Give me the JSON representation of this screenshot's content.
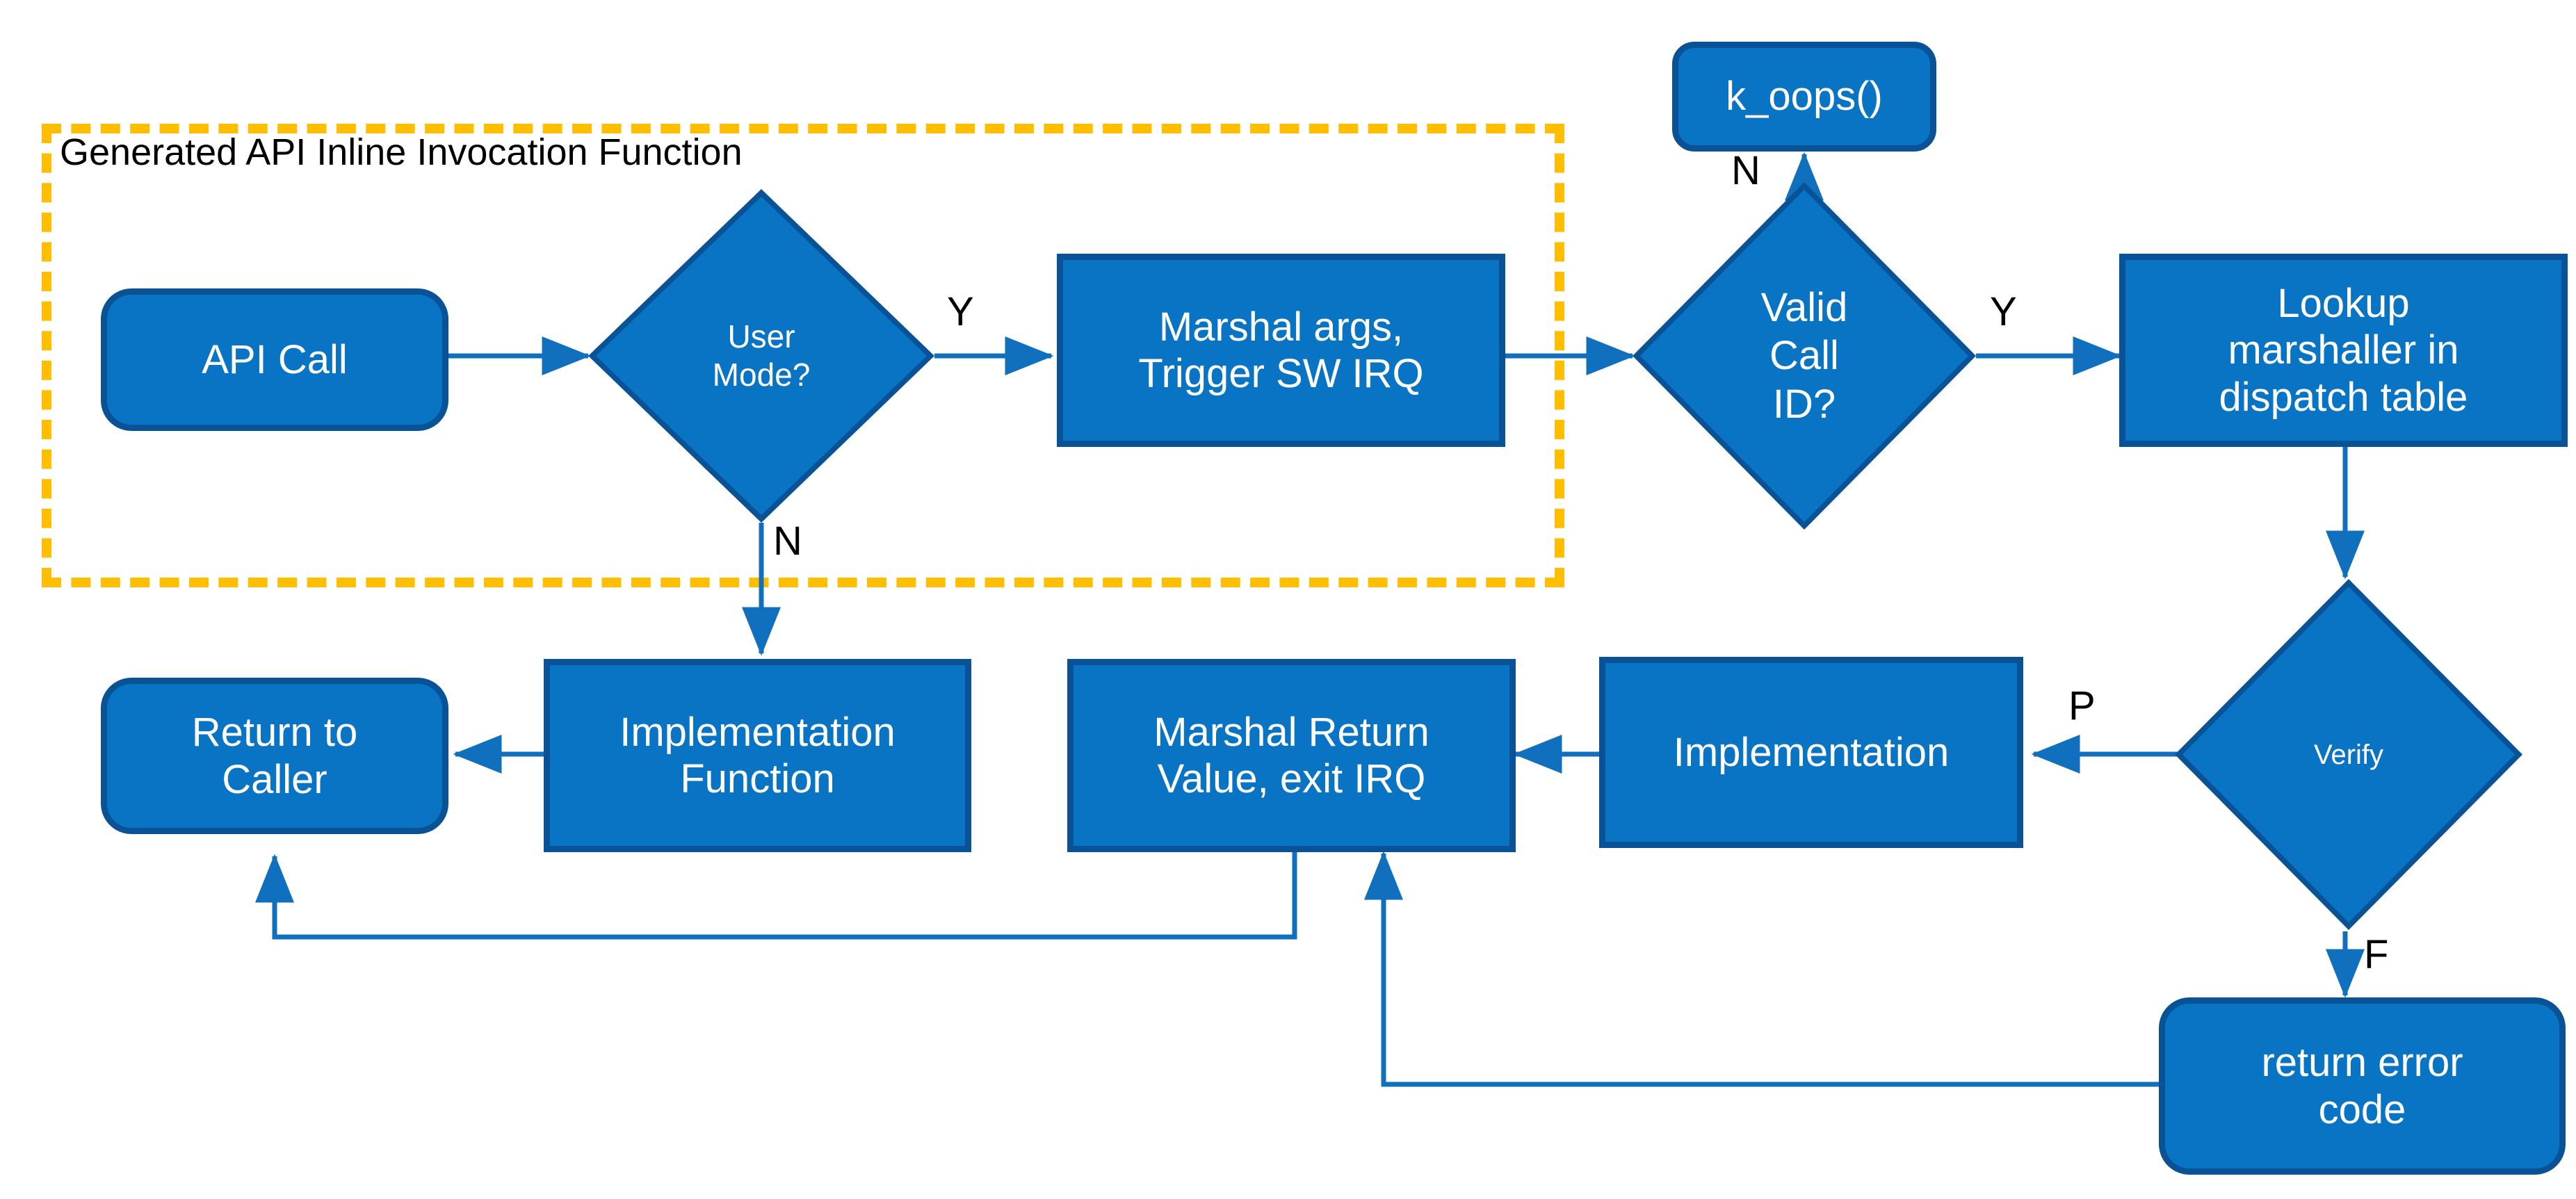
{
  "diagram": {
    "title_text": "Generated API Inline Invocation Function",
    "colors": {
      "node_fill": "#0A74C4",
      "node_border": "#0A5296",
      "group_border": "#FFBF00",
      "connector": "#1070BE",
      "text_on_node": "#FFFFFF",
      "text_plain": "#000000",
      "background": "#FFFFFF"
    },
    "nodes": [
      {
        "id": "api-call",
        "label": "API Call",
        "shape": "rounded-rectangle"
      },
      {
        "id": "user-mode",
        "label": "User\nMode?",
        "shape": "diamond"
      },
      {
        "id": "marshal-args",
        "label": "Marshal args,\nTrigger SW IRQ",
        "shape": "rectangle"
      },
      {
        "id": "valid-call-id",
        "label": "Valid\nCall\nID?",
        "shape": "diamond"
      },
      {
        "id": "k-oops",
        "label": "k_oops()",
        "shape": "rounded-rectangle"
      },
      {
        "id": "lookup-marshaller",
        "label": "Lookup\nmarshaller in\ndispatch table",
        "shape": "rectangle"
      },
      {
        "id": "verify",
        "label": "Verify",
        "shape": "diamond"
      },
      {
        "id": "implementation",
        "label": "Implementation",
        "shape": "rectangle"
      },
      {
        "id": "marshal-return",
        "label": "Marshal Return\nValue, exit IRQ",
        "shape": "rectangle"
      },
      {
        "id": "impl-function",
        "label": "Implementation\nFunction",
        "shape": "rectangle"
      },
      {
        "id": "return-to-caller",
        "label": "Return to\nCaller",
        "shape": "rounded-rectangle"
      },
      {
        "id": "return-error",
        "label": "return error\ncode",
        "shape": "rounded-rectangle"
      }
    ],
    "edge_labels": {
      "user_mode_yes": "Y",
      "user_mode_no": "N",
      "valid_call_id_yes": "Y",
      "valid_call_id_no": "N",
      "verify_pass": "P",
      "verify_fail": "F"
    }
  }
}
